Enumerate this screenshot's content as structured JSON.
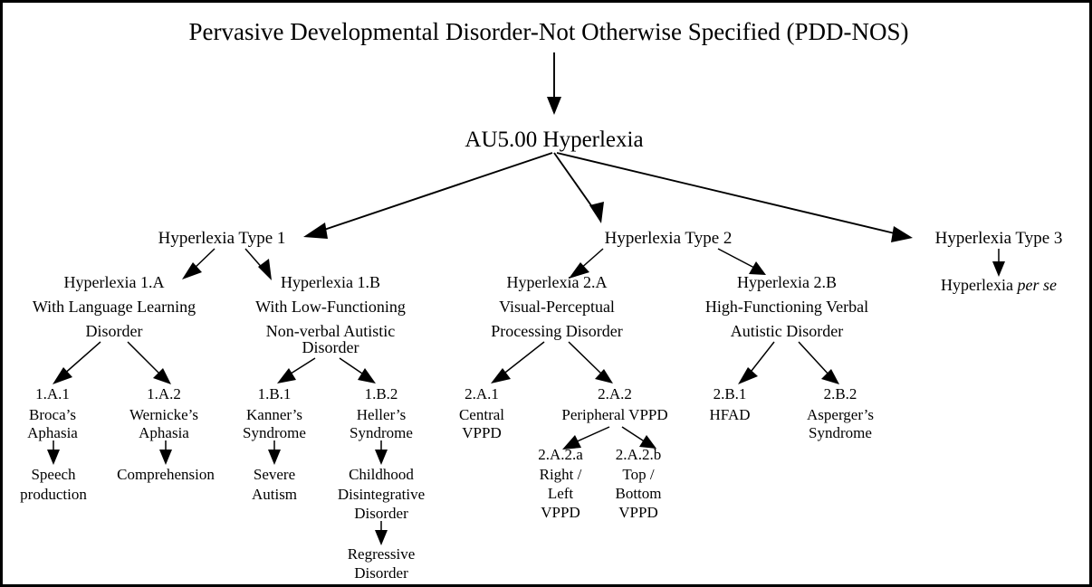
{
  "figure": {
    "title": "Pervasive Developmental Disorder-Not Otherwise Specified (PDD-NOS)",
    "root": "AU5.00 Hyperlexia"
  },
  "types": {
    "type1": "Hyperlexia Type 1",
    "type2": "Hyperlexia Type 2",
    "type3": "Hyperlexia Type 3"
  },
  "type3_child": {
    "line1_plain": "Hyperlexia ",
    "line1_italic": "per se"
  },
  "subtypes": {
    "h1a": {
      "code": "Hyperlexia 1.A",
      "desc_line1": "With Language Learning",
      "desc_line2": "Disorder"
    },
    "h1b": {
      "code": "Hyperlexia 1.B",
      "desc_line1": "With Low-Functioning",
      "desc_line2": "Non-verbal Autistic",
      "desc_line3": "Disorder"
    },
    "h2a": {
      "code": "Hyperlexia 2.A",
      "desc_line1": "Visual-Perceptual",
      "desc_line2": "Processing Disorder"
    },
    "h2b": {
      "code": "Hyperlexia 2.B",
      "desc_line1": "High-Functioning Verbal",
      "desc_line2": "Autistic Disorder"
    }
  },
  "leaves": {
    "n1a1": {
      "code": "1.A.1",
      "name_line1": "Broca’s",
      "name_line2": "Aphasia"
    },
    "n1a1_outcome": {
      "line1": "Speech",
      "line2": "production"
    },
    "n1a2": {
      "code": "1.A.2",
      "name_line1": "Wernicke’s",
      "name_line2": "Aphasia"
    },
    "n1a2_outcome": {
      "line1": "Comprehension"
    },
    "n1b1": {
      "code": "1.B.1",
      "name_line1": "Kanner’s",
      "name_line2": "Syndrome"
    },
    "n1b1_outcome": {
      "line1": "Severe",
      "line2": "Autism"
    },
    "n1b2": {
      "code": "1.B.2",
      "name_line1": "Heller’s",
      "name_line2": "Syndrome"
    },
    "n1b2_outcome": {
      "line1": "Childhood",
      "line2": "Disintegrative",
      "line3": "Disorder"
    },
    "n1b2_outcome2": {
      "line1": "Regressive",
      "line2": "Disorder"
    },
    "n2a1": {
      "code": "2.A.1",
      "name_line1": "Central",
      "name_line2": "VPPD"
    },
    "n2a2": {
      "code": "2.A.2",
      "name_line1": "Peripheral VPPD"
    },
    "n2a2a": {
      "code": "2.A.2.a",
      "name_line1": "Right /",
      "name_line2": "Left",
      "name_line3": "VPPD"
    },
    "n2a2b": {
      "code": "2.A.2.b",
      "name_line1": "Top /",
      "name_line2": "Bottom",
      "name_line3": "VPPD"
    },
    "n2b1": {
      "code": "2.B.1",
      "name_line1": "HFAD"
    },
    "n2b2": {
      "code": "2.B.2",
      "name_line1": "Asperger’s",
      "name_line2": "Syndrome"
    }
  },
  "colors": {
    "ink": "#000000",
    "background": "#ffffff",
    "border": "#000000"
  }
}
